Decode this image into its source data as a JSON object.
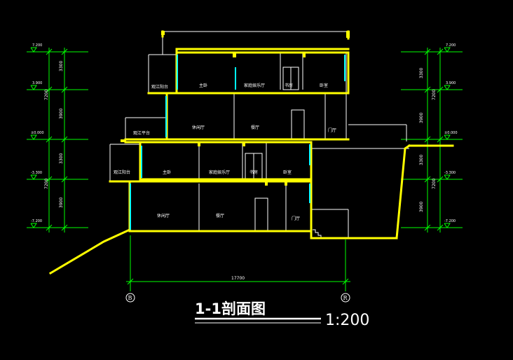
{
  "drawing": {
    "title": "1-1剖面图",
    "scale": "1:200",
    "total_width": "17700",
    "axis_left": "B",
    "axis_right": "R"
  },
  "levels": {
    "l1": "7.200",
    "l2": "3.900",
    "l3": "±0.000",
    "l4": "-3.300",
    "l5": "-7.200",
    "r1": "7.200",
    "r2": "3.900",
    "r3": "±0.000",
    "r4": "-3.300",
    "r5": "-7.200"
  },
  "dims": {
    "left_a": "3300",
    "left_b": "3900",
    "left_c": "3300",
    "left_d": "3900",
    "left_total_top": "7200",
    "left_total_bot": "7200",
    "right_a": "3300",
    "right_b": "3900",
    "right_c": "3300",
    "right_d": "3900",
    "right_total_top": "7200",
    "right_total_bot": "7200"
  },
  "rooms": {
    "f3_balcony": "观江阳台",
    "f3_master": "主卧",
    "f3_family": "家庭娱乐厅",
    "f3_study": "书房",
    "f3_bedroom": "卧室",
    "f2_platform": "观江平台",
    "f2_lounge": "休闲厅",
    "f2_dining": "餐厅",
    "f2_foyer": "门厅",
    "f1_balcony": "观江阳台",
    "f1_master": "主卧",
    "f1_family": "家庭娱乐厅",
    "f1_study": "书房",
    "f1_bedroom": "卧室",
    "b_lounge": "休闲厅",
    "b_dining": "餐厅",
    "b_foyer": "门厅"
  },
  "colors": {
    "wall": "#ffff00",
    "glass": "#00ffff",
    "dim_line": "#00ff00",
    "thin_line": "#ffffff",
    "background": "#000000"
  }
}
